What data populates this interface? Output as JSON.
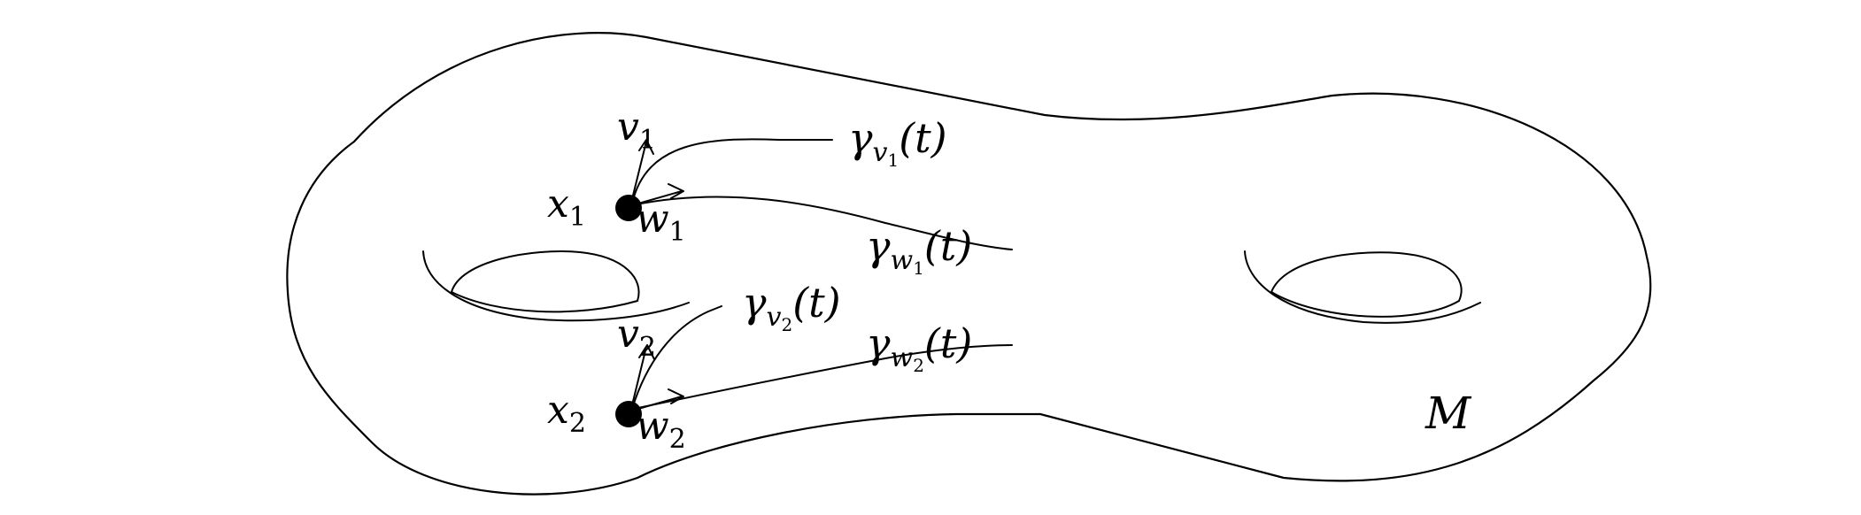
{
  "diagram": {
    "manifold_label": "M",
    "points": [
      {
        "id": "x1",
        "base": "x",
        "sub": "1"
      },
      {
        "id": "x2",
        "base": "x",
        "sub": "2"
      }
    ],
    "vectors": [
      {
        "id": "v1",
        "base": "v",
        "sub": "1"
      },
      {
        "id": "w1",
        "base": "w",
        "sub": "1"
      },
      {
        "id": "v2",
        "base": "v",
        "sub": "2"
      },
      {
        "id": "w2",
        "base": "w",
        "sub": "2"
      }
    ],
    "geodesics": [
      {
        "id": "gamma-v1",
        "base": "γ",
        "sub": "v",
        "subsub": "1",
        "arg": "(t)"
      },
      {
        "id": "gamma-w1",
        "base": "γ",
        "sub": "w",
        "subsub": "1",
        "arg": "(t)"
      },
      {
        "id": "gamma-v2",
        "base": "γ",
        "sub": "v",
        "subsub": "2",
        "arg": "(t)"
      },
      {
        "id": "gamma-w2",
        "base": "γ",
        "sub": "w",
        "subsub": "2",
        "arg": "(t)"
      }
    ]
  }
}
